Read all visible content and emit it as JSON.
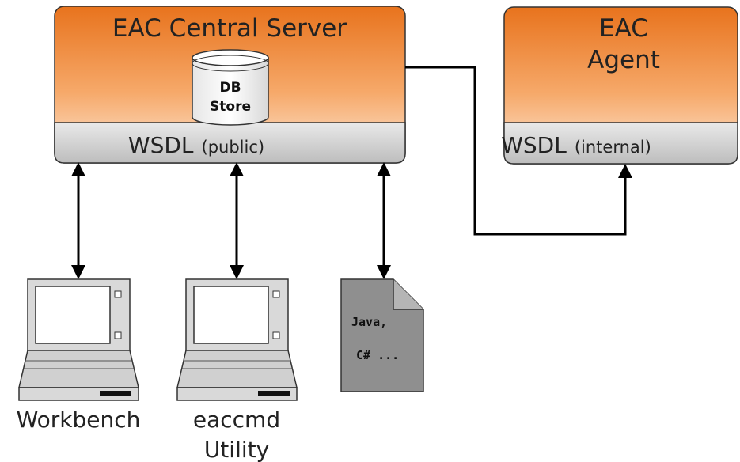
{
  "server": {
    "title": "EAC Central Server",
    "db_line1": "DB",
    "db_line2": "Store",
    "wsdl": "WSDL",
    "wsdl_qualifier": "(public)"
  },
  "agent": {
    "title_line1": "EAC",
    "title_line2": "Agent",
    "wsdl": "WSDL",
    "wsdl_qualifier": "(internal)"
  },
  "clients": {
    "workbench": "Workbench",
    "eaccmd_line1": "eaccmd",
    "eaccmd_line2": "Utility",
    "doc_line1": "Java,",
    "doc_line2": "C# ..."
  },
  "colors": {
    "orange_top": "#e8731d",
    "orange_bottom": "#fde8d7",
    "gray_band": "#c9c9c9",
    "document": "#8f8f8f"
  }
}
